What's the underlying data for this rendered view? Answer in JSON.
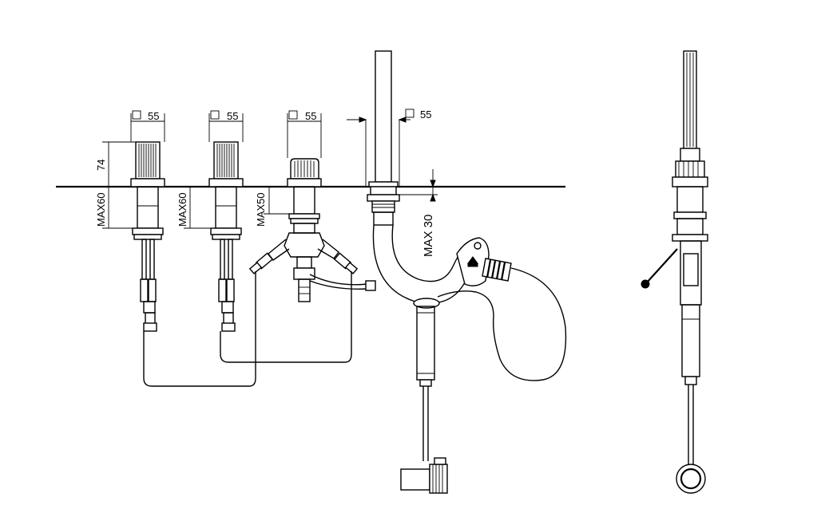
{
  "dimensions": {
    "square_size_1": "55",
    "square_size_2": "55",
    "square_size_3": "55",
    "square_size_4": "55",
    "height_handle": "74",
    "max_depth_1": "MAX60",
    "max_depth_2": "MAX60",
    "max_depth_3": "MAX50",
    "max_spout": "MAX 30"
  },
  "colors": {
    "line": "#000000",
    "background": "#ffffff"
  },
  "icons": {
    "square_symbol": "square-outline-icon"
  }
}
